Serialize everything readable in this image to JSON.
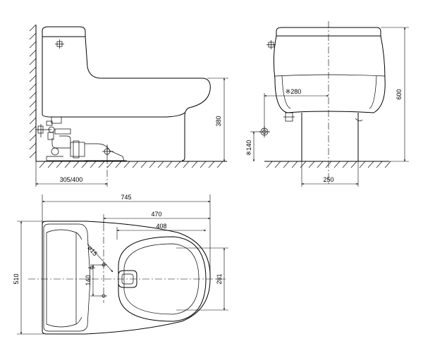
{
  "dimensions": {
    "side": {
      "height_380": "380",
      "offset_305_400": "305/400"
    },
    "front": {
      "width_280": "※280",
      "height_600": "600",
      "height_140": "※140",
      "width_250": "250"
    },
    "plan": {
      "length_745": "745",
      "length_470": "470",
      "length_408": "408",
      "dia_15": "ø15",
      "spacing_140": "140",
      "width_510": "510",
      "width_281": "281"
    }
  }
}
